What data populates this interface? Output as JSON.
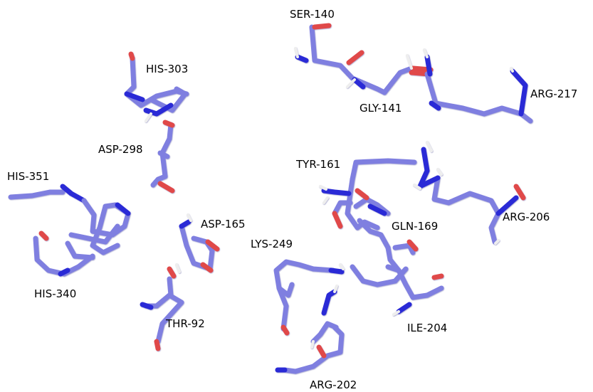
{
  "structure": {
    "residues": [
      {
        "id": "ser-140",
        "label": "SER-140"
      },
      {
        "id": "his-303",
        "label": "HIS-303"
      },
      {
        "id": "gly-141",
        "label": "GLY-141"
      },
      {
        "id": "arg-217",
        "label": "ARG-217"
      },
      {
        "id": "asp-298",
        "label": "ASP-298"
      },
      {
        "id": "tyr-161",
        "label": "TYR-161"
      },
      {
        "id": "his-351",
        "label": "HIS-351"
      },
      {
        "id": "arg-206",
        "label": "ARG-206"
      },
      {
        "id": "asp-165",
        "label": "ASP-165"
      },
      {
        "id": "gln-169",
        "label": "GLN-169"
      },
      {
        "id": "lys-249",
        "label": "LYS-249"
      },
      {
        "id": "his-340",
        "label": "HIS-340"
      },
      {
        "id": "thr-92",
        "label": "THR-92"
      },
      {
        "id": "ile-204",
        "label": "ILE-204"
      },
      {
        "id": "arg-202",
        "label": "ARG-202"
      }
    ],
    "colors": {
      "carbon": "#7f7fe0",
      "carbon_shade": "#5a5ac8",
      "nitrogen": "#2a2ad6",
      "oxygen": "#e04848",
      "hydrogen": "#eeeeee",
      "background": "#ffffff"
    }
  }
}
